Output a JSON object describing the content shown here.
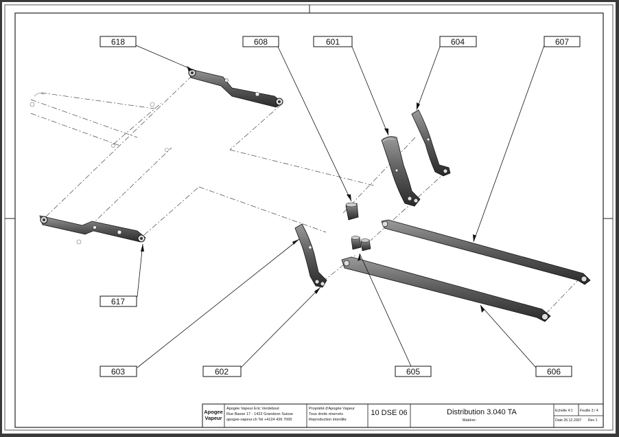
{
  "callouts": [
    {
      "id": "c618",
      "label": "618"
    },
    {
      "id": "c608",
      "label": "608"
    },
    {
      "id": "c601",
      "label": "601"
    },
    {
      "id": "c604",
      "label": "604"
    },
    {
      "id": "c607",
      "label": "607"
    },
    {
      "id": "c617",
      "label": "617"
    },
    {
      "id": "c603",
      "label": "603"
    },
    {
      "id": "c602",
      "label": "602"
    },
    {
      "id": "c605",
      "label": "605"
    },
    {
      "id": "c606",
      "label": "606"
    }
  ],
  "title_block": {
    "logo_top": "Apogee",
    "logo_bottom": "Vapeur",
    "company_line1": "Apogée Vapeur Eric Verdebout",
    "company_line2": "Rue Basse 17 - 1422 Grandson Suisse",
    "company_line3": "apogee-vapeur.ch Tel +4124 426 7000",
    "rights_line1": "Propriété d'Apogée Vapeur",
    "rights_line2": "Tous droits réservés",
    "rights_line3": "Reproduction interdite",
    "drawing_number": "10 DSE 06",
    "drawing_title": "Distribution 3.040 TA",
    "material_label": "Matière:",
    "scale": "Echelle 4:1",
    "sheet": "Feuille 3 / 4",
    "date": "Date 26.12.2007",
    "rev": "Rev 1"
  }
}
